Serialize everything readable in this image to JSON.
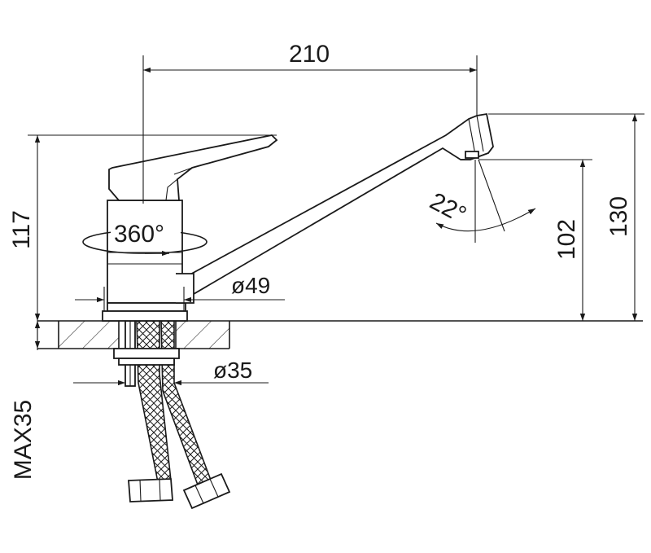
{
  "drawing": {
    "dimensions": {
      "spout_reach": "210",
      "total_height": "117",
      "spout_height": "130",
      "outlet_height": "102",
      "swivel": "360°",
      "tilt_angle": "22°",
      "body_diameter": "ø49",
      "mount_diameter": "ø35",
      "max_countertop": "MAX35"
    }
  }
}
